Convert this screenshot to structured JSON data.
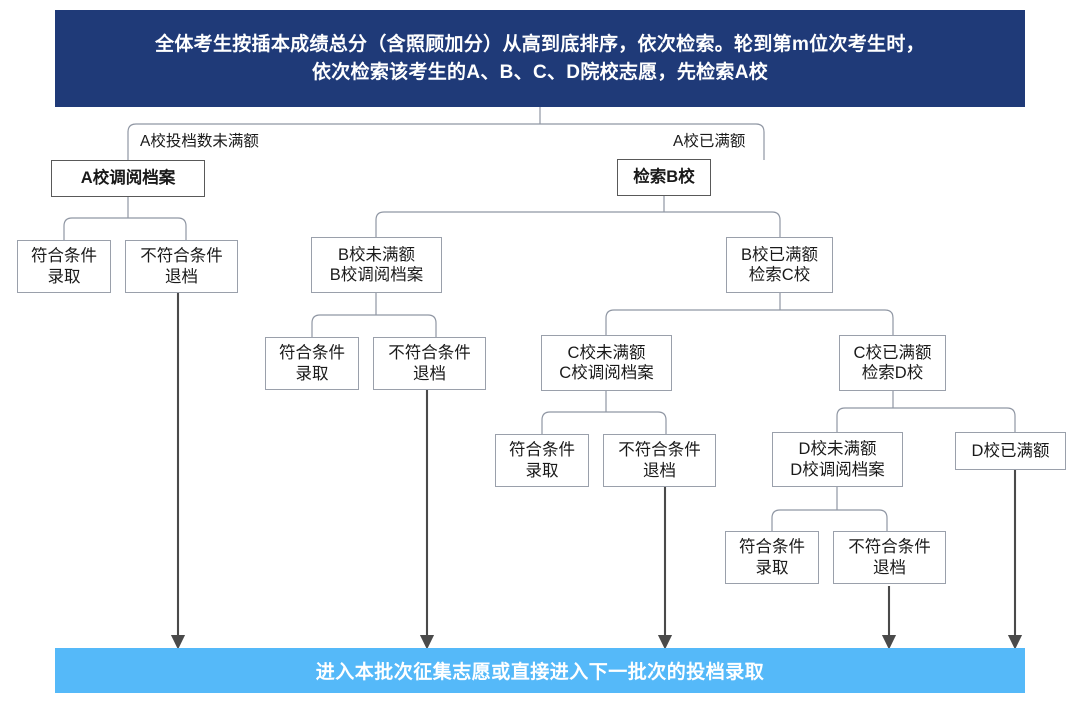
{
  "diagram": {
    "title_banner": {
      "line1": "全体考生按插本成绩总分（含照顾加分）从高到底排序，依次检索。轮到第m位次考生时，",
      "line2": "依次检索该考生的A、B、C、D院校志愿，先检索A校",
      "color": "#1F3A78",
      "text_color": "#FFFFFF"
    },
    "footer_banner": {
      "text": "进入本批次征集志愿或直接进入下一批次的投档录取",
      "color": "#55B9F9",
      "text_color": "#FFFFFF"
    },
    "edge_labels": [
      {
        "id": "label-a-not-full",
        "text": "A校投档数未满额"
      },
      {
        "id": "label-a-full",
        "text": "A校已满额"
      }
    ],
    "nodes": [
      {
        "id": "node-a-review",
        "line1": "A校调阅档案",
        "line2": "",
        "style": "strong"
      },
      {
        "id": "node-b-search",
        "line1": "检索B校",
        "line2": "",
        "style": "strong"
      },
      {
        "id": "node-a-pass",
        "line1": "符合条件",
        "line2": "录取",
        "style": "leaf"
      },
      {
        "id": "node-a-fail",
        "line1": "不符合条件",
        "line2": "退档",
        "style": "leaf"
      },
      {
        "id": "node-b-not-full",
        "line1": "B校未满额",
        "line2": "B校调阅档案",
        "style": "plain"
      },
      {
        "id": "node-b-full",
        "line1": "B校已满额",
        "line2": "检索C校",
        "style": "plain"
      },
      {
        "id": "node-b-pass",
        "line1": "符合条件",
        "line2": "录取",
        "style": "leaf"
      },
      {
        "id": "node-b-fail",
        "line1": "不符合条件",
        "line2": "退档",
        "style": "leaf"
      },
      {
        "id": "node-c-not-full",
        "line1": "C校未满额",
        "line2": "C校调阅档案",
        "style": "plain"
      },
      {
        "id": "node-c-full",
        "line1": "C校已满额",
        "line2": "检索D校",
        "style": "plain"
      },
      {
        "id": "node-c-pass",
        "line1": "符合条件",
        "line2": "录取",
        "style": "leaf"
      },
      {
        "id": "node-c-fail",
        "line1": "不符合条件",
        "line2": "退档",
        "style": "leaf"
      },
      {
        "id": "node-d-not-full",
        "line1": "D校未满额",
        "line2": "D校调阅档案",
        "style": "plain"
      },
      {
        "id": "node-d-full",
        "line1": "D校已满额",
        "line2": "",
        "style": "plain"
      },
      {
        "id": "node-d-pass",
        "line1": "符合条件",
        "line2": "录取",
        "style": "leaf"
      },
      {
        "id": "node-d-fail",
        "line1": "不符合条件",
        "line2": "退档",
        "style": "leaf"
      }
    ]
  }
}
